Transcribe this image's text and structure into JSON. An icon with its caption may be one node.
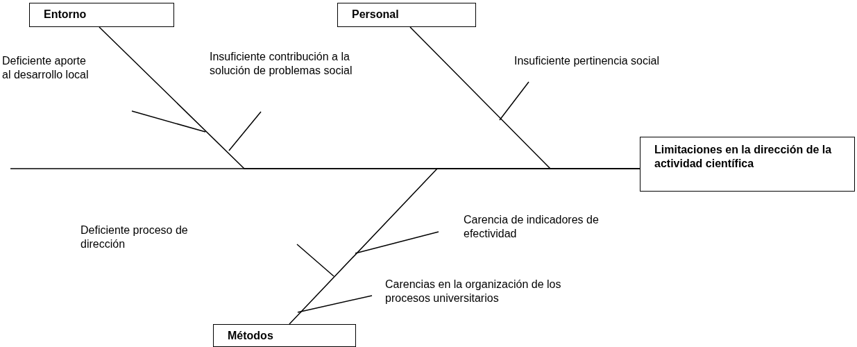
{
  "diagram": {
    "nodes": [
      {
        "text": [
          "Entorno"
        ]
      },
      {
        "text": [
          "Personal"
        ]
      },
      {
        "text": [
          "Limitaciones en la dirección de la actividad científica"
        ]
      },
      {
        "text": [
          "Métodos"
        ]
      }
    ],
    "edges": [
      {
        "from": 0,
        "to": 2,
        "arrow": "none"
      },
      {
        "from": 1,
        "to": 2,
        "arrow": "none"
      },
      {
        "from": 3,
        "to": 2,
        "arrow": "none"
      }
    ],
    "labels": [
      "Deficiente aporte al desarrollo local",
      "Insuficiente contribución a la solución de problemas social",
      "Insuficiente pertinencia social",
      "Deficiente proceso de dirección",
      "Carencia de indicadores de efectividad",
      "Carencias en la organización de los procesos universitarios"
    ]
  }
}
